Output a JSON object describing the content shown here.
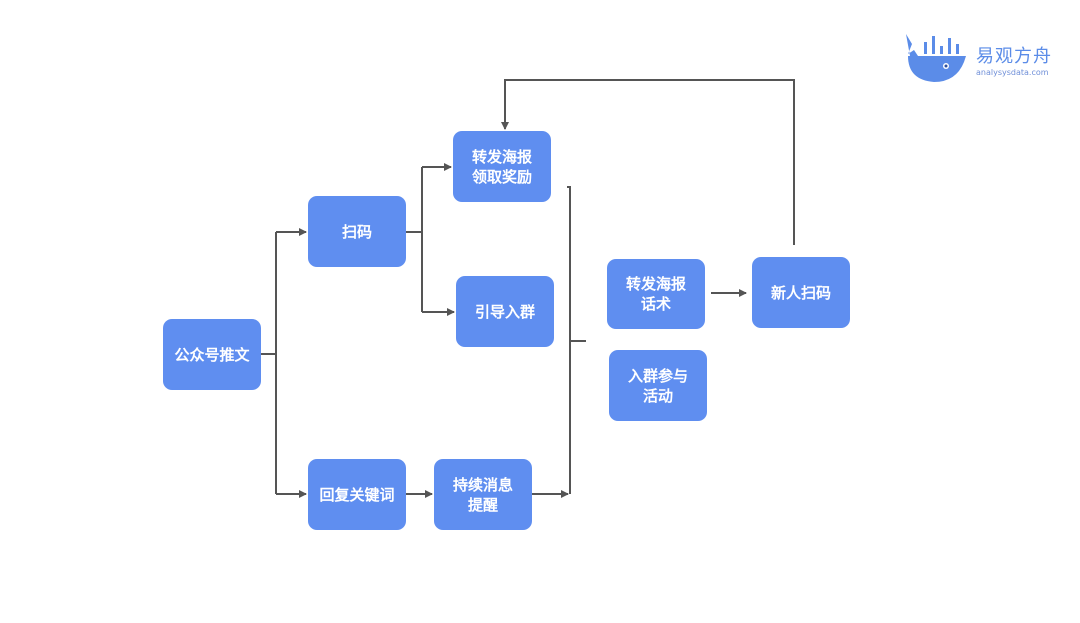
{
  "logo": {
    "name": "易观方舟",
    "domain": "analysysdata.com",
    "icon": "whale-chart-icon"
  },
  "nodes": {
    "gongzhonghao": {
      "lines": [
        "公众号推文"
      ]
    },
    "saoma": {
      "lines": [
        "扫码"
      ]
    },
    "huifu_guanjianci": {
      "lines": [
        "回复关键词"
      ]
    },
    "zhuanfa_haibao": {
      "lines": [
        "转发海报",
        "领取奖励"
      ]
    },
    "yindao_ruqun": {
      "lines": [
        "引导入群"
      ]
    },
    "chixu_xiaoxi": {
      "lines": [
        "持续消息",
        "提醒"
      ]
    },
    "zhuanfa_huashu": {
      "lines": [
        "转发海报",
        "话术"
      ]
    },
    "ruqun_canyu": {
      "lines": [
        "入群参与",
        "活动"
      ]
    },
    "xinren_saoma": {
      "lines": [
        "新人扫码"
      ]
    }
  },
  "colors": {
    "node_fill": "#5f8ef0",
    "node_text": "#ffffff",
    "connector": "#555555",
    "logo": "#5b8ce8"
  }
}
